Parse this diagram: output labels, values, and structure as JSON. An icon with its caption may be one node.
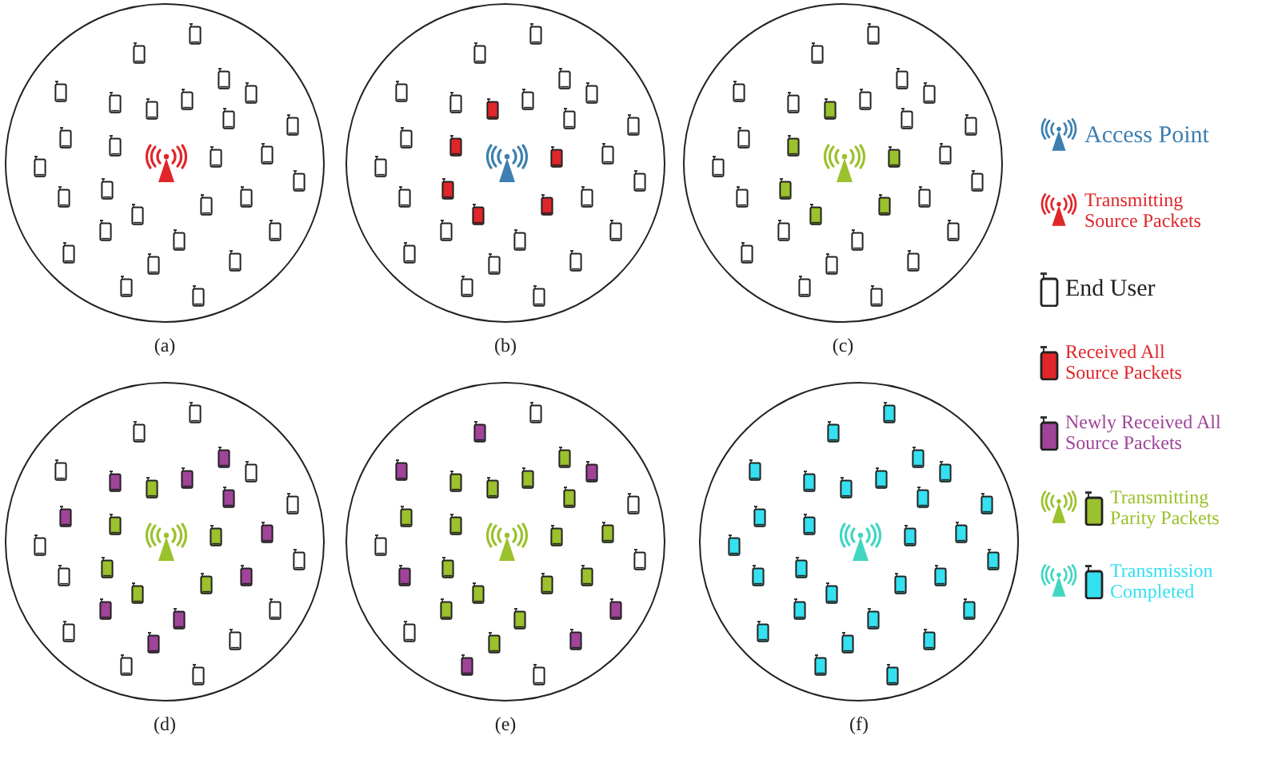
{
  "diagram": {
    "nodes": [
      {
        "text": [],
        "shape": "circle",
        "beside": [
          "(a)"
        ]
      },
      {
        "text": [],
        "shape": "circle",
        "beside": [
          "(b)"
        ]
      },
      {
        "text": [],
        "shape": "circle",
        "beside": [
          "(c)"
        ]
      },
      {
        "text": [],
        "shape": "circle",
        "beside": [
          "(d)"
        ]
      },
      {
        "text": [],
        "shape": "circle",
        "beside": [
          "(e)"
        ]
      },
      {
        "text": [],
        "shape": "circle",
        "beside": [
          "(f)"
        ]
      }
    ],
    "legend": [
      {
        "text": "Access Point"
      },
      {
        "text": "Transmitting Source Packets"
      },
      {
        "text": "End User"
      },
      {
        "text": "Received All Source Packets"
      },
      {
        "text": "Newly Received All Source Packets"
      },
      {
        "text": "Transmitting Parity Packets"
      },
      {
        "text": "Transmission Completed"
      }
    ]
  }
}
